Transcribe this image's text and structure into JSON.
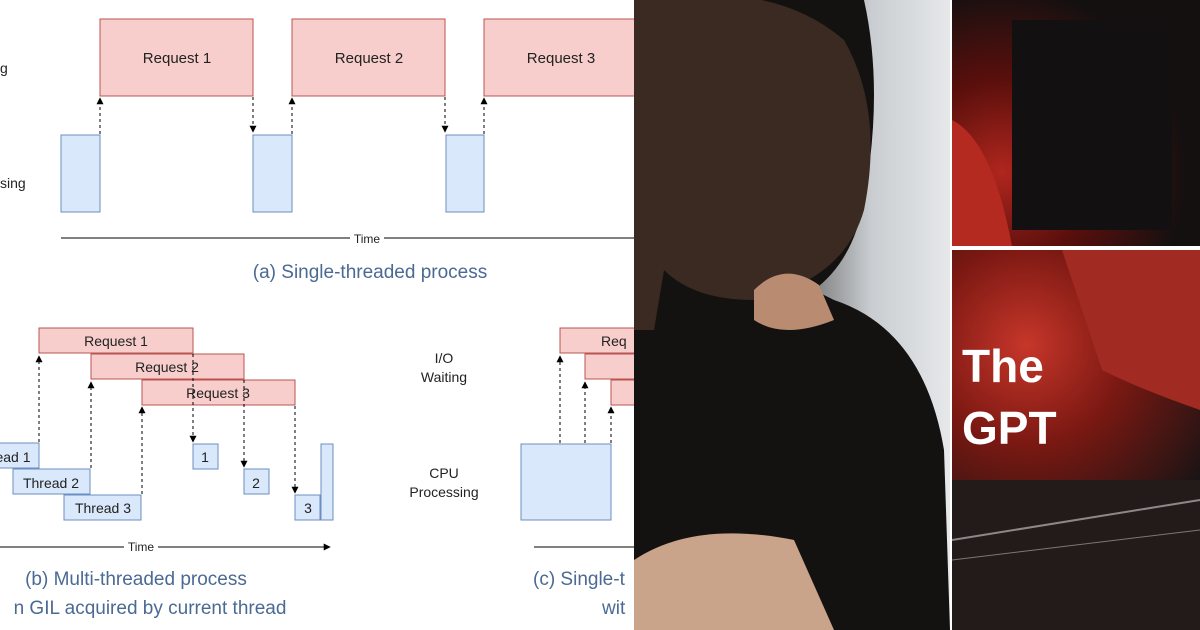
{
  "diagram": {
    "panel_a": {
      "caption": "(a) Single-threaded process",
      "row_label_top": "g",
      "row_label_bottom": "sing",
      "requests": [
        "Request 1",
        "Request 2",
        "Request 3"
      ],
      "time_label": "Time"
    },
    "panel_b": {
      "caption": "(b) Multi-threaded process",
      "caption2": "n GIL acquired by current thread",
      "requests": [
        "Request 1",
        "Request 2",
        "Request 3"
      ],
      "threads": [
        "ead 1",
        "Thread 2",
        "Thread 3"
      ],
      "cpu_labels": [
        "1",
        "2",
        "3"
      ],
      "time_label": "Time"
    },
    "panel_c": {
      "label_io_1": "I/O",
      "label_io_2": "Waiting",
      "label_cpu_1": "CPU",
      "label_cpu_2": "Processing",
      "request_fragment": "Req",
      "caption": "(c) Single-t",
      "caption2": "wit"
    }
  },
  "overlay": {
    "text": "The\nGPT"
  },
  "colors": {
    "request_fill": "#f8cecc",
    "request_stroke": "#b85450",
    "cpu_fill": "#dae8fc",
    "cpu_stroke": "#6c8ebf",
    "caption": "#4a6a94"
  }
}
